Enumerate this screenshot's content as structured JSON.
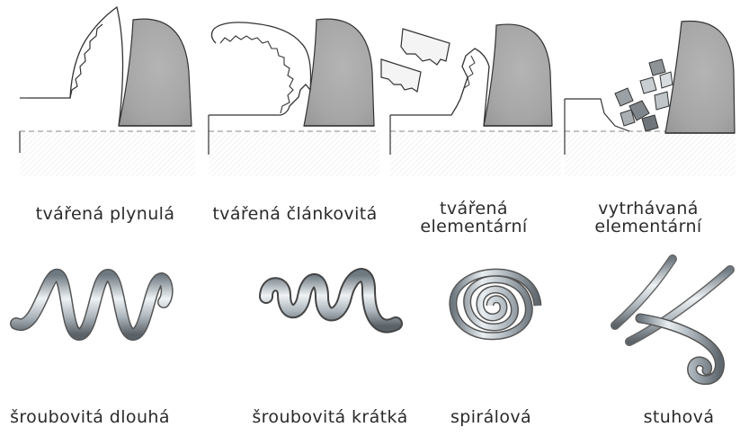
{
  "chip_types": [
    {
      "line1": "tvářená plynulá",
      "line2": ""
    },
    {
      "line1": "tvářená článkovitá",
      "line2": ""
    },
    {
      "line1": "tvářená",
      "line2": "elementární"
    },
    {
      "line1": "vytrhávaná",
      "line2": "elementární"
    }
  ],
  "chip_shapes": [
    "šroubovitá dlouhá",
    "šroubovitá krátká",
    "spirálová",
    "stuhová"
  ]
}
